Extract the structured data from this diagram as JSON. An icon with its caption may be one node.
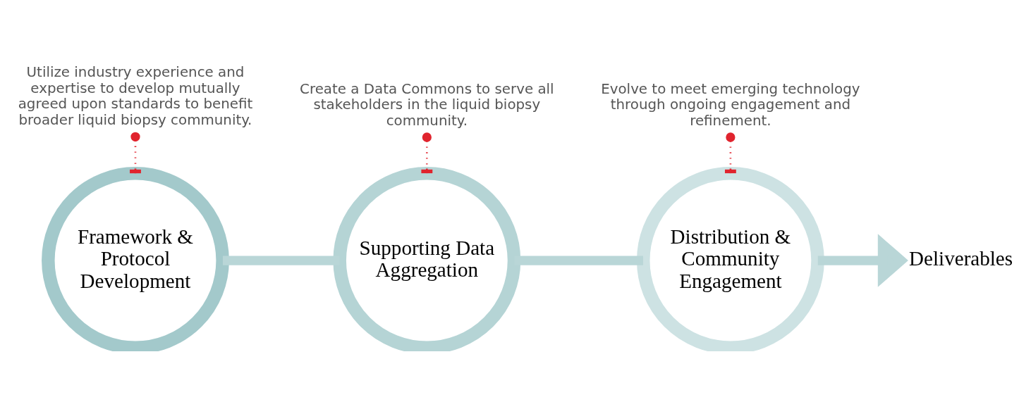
{
  "diagram": {
    "nodes": [
      {
        "text": [
          "Framework & Protocol Development"
        ]
      },
      {
        "text": [
          "Supporting Data Aggregation"
        ]
      },
      {
        "text": [
          "Distribution & Community Engagement"
        ]
      },
      {
        "text": [
          "Deliverables"
        ]
      },
      {
        "text": [
          "Utilize industry experience and expertise to develop mutually agreed upon standards to benefit broader liquid biopsy community."
        ]
      },
      {
        "text": [
          "Create a Data Commons to serve all stakeholders in the liquid biopsy community."
        ]
      },
      {
        "text": [
          "Evolve to meet emerging technology through ongoing engagement and refinement."
        ]
      }
    ],
    "edges": [
      {
        "from": 0,
        "to": 1,
        "arrow": "none",
        "style": "thick"
      },
      {
        "from": 1,
        "to": 2,
        "arrow": "none",
        "style": "thick"
      },
      {
        "from": 2,
        "to": 3,
        "arrow": "to",
        "style": "thick"
      },
      {
        "from": 4,
        "to": 0,
        "arrow": "other",
        "style": "dashed",
        "color": "#e0242e"
      },
      {
        "from": 5,
        "to": 1,
        "arrow": "other",
        "style": "dashed",
        "color": "#e0242e"
      },
      {
        "from": 6,
        "to": 2,
        "arrow": "other",
        "style": "dashed",
        "color": "#e0242e"
      }
    ]
  }
}
